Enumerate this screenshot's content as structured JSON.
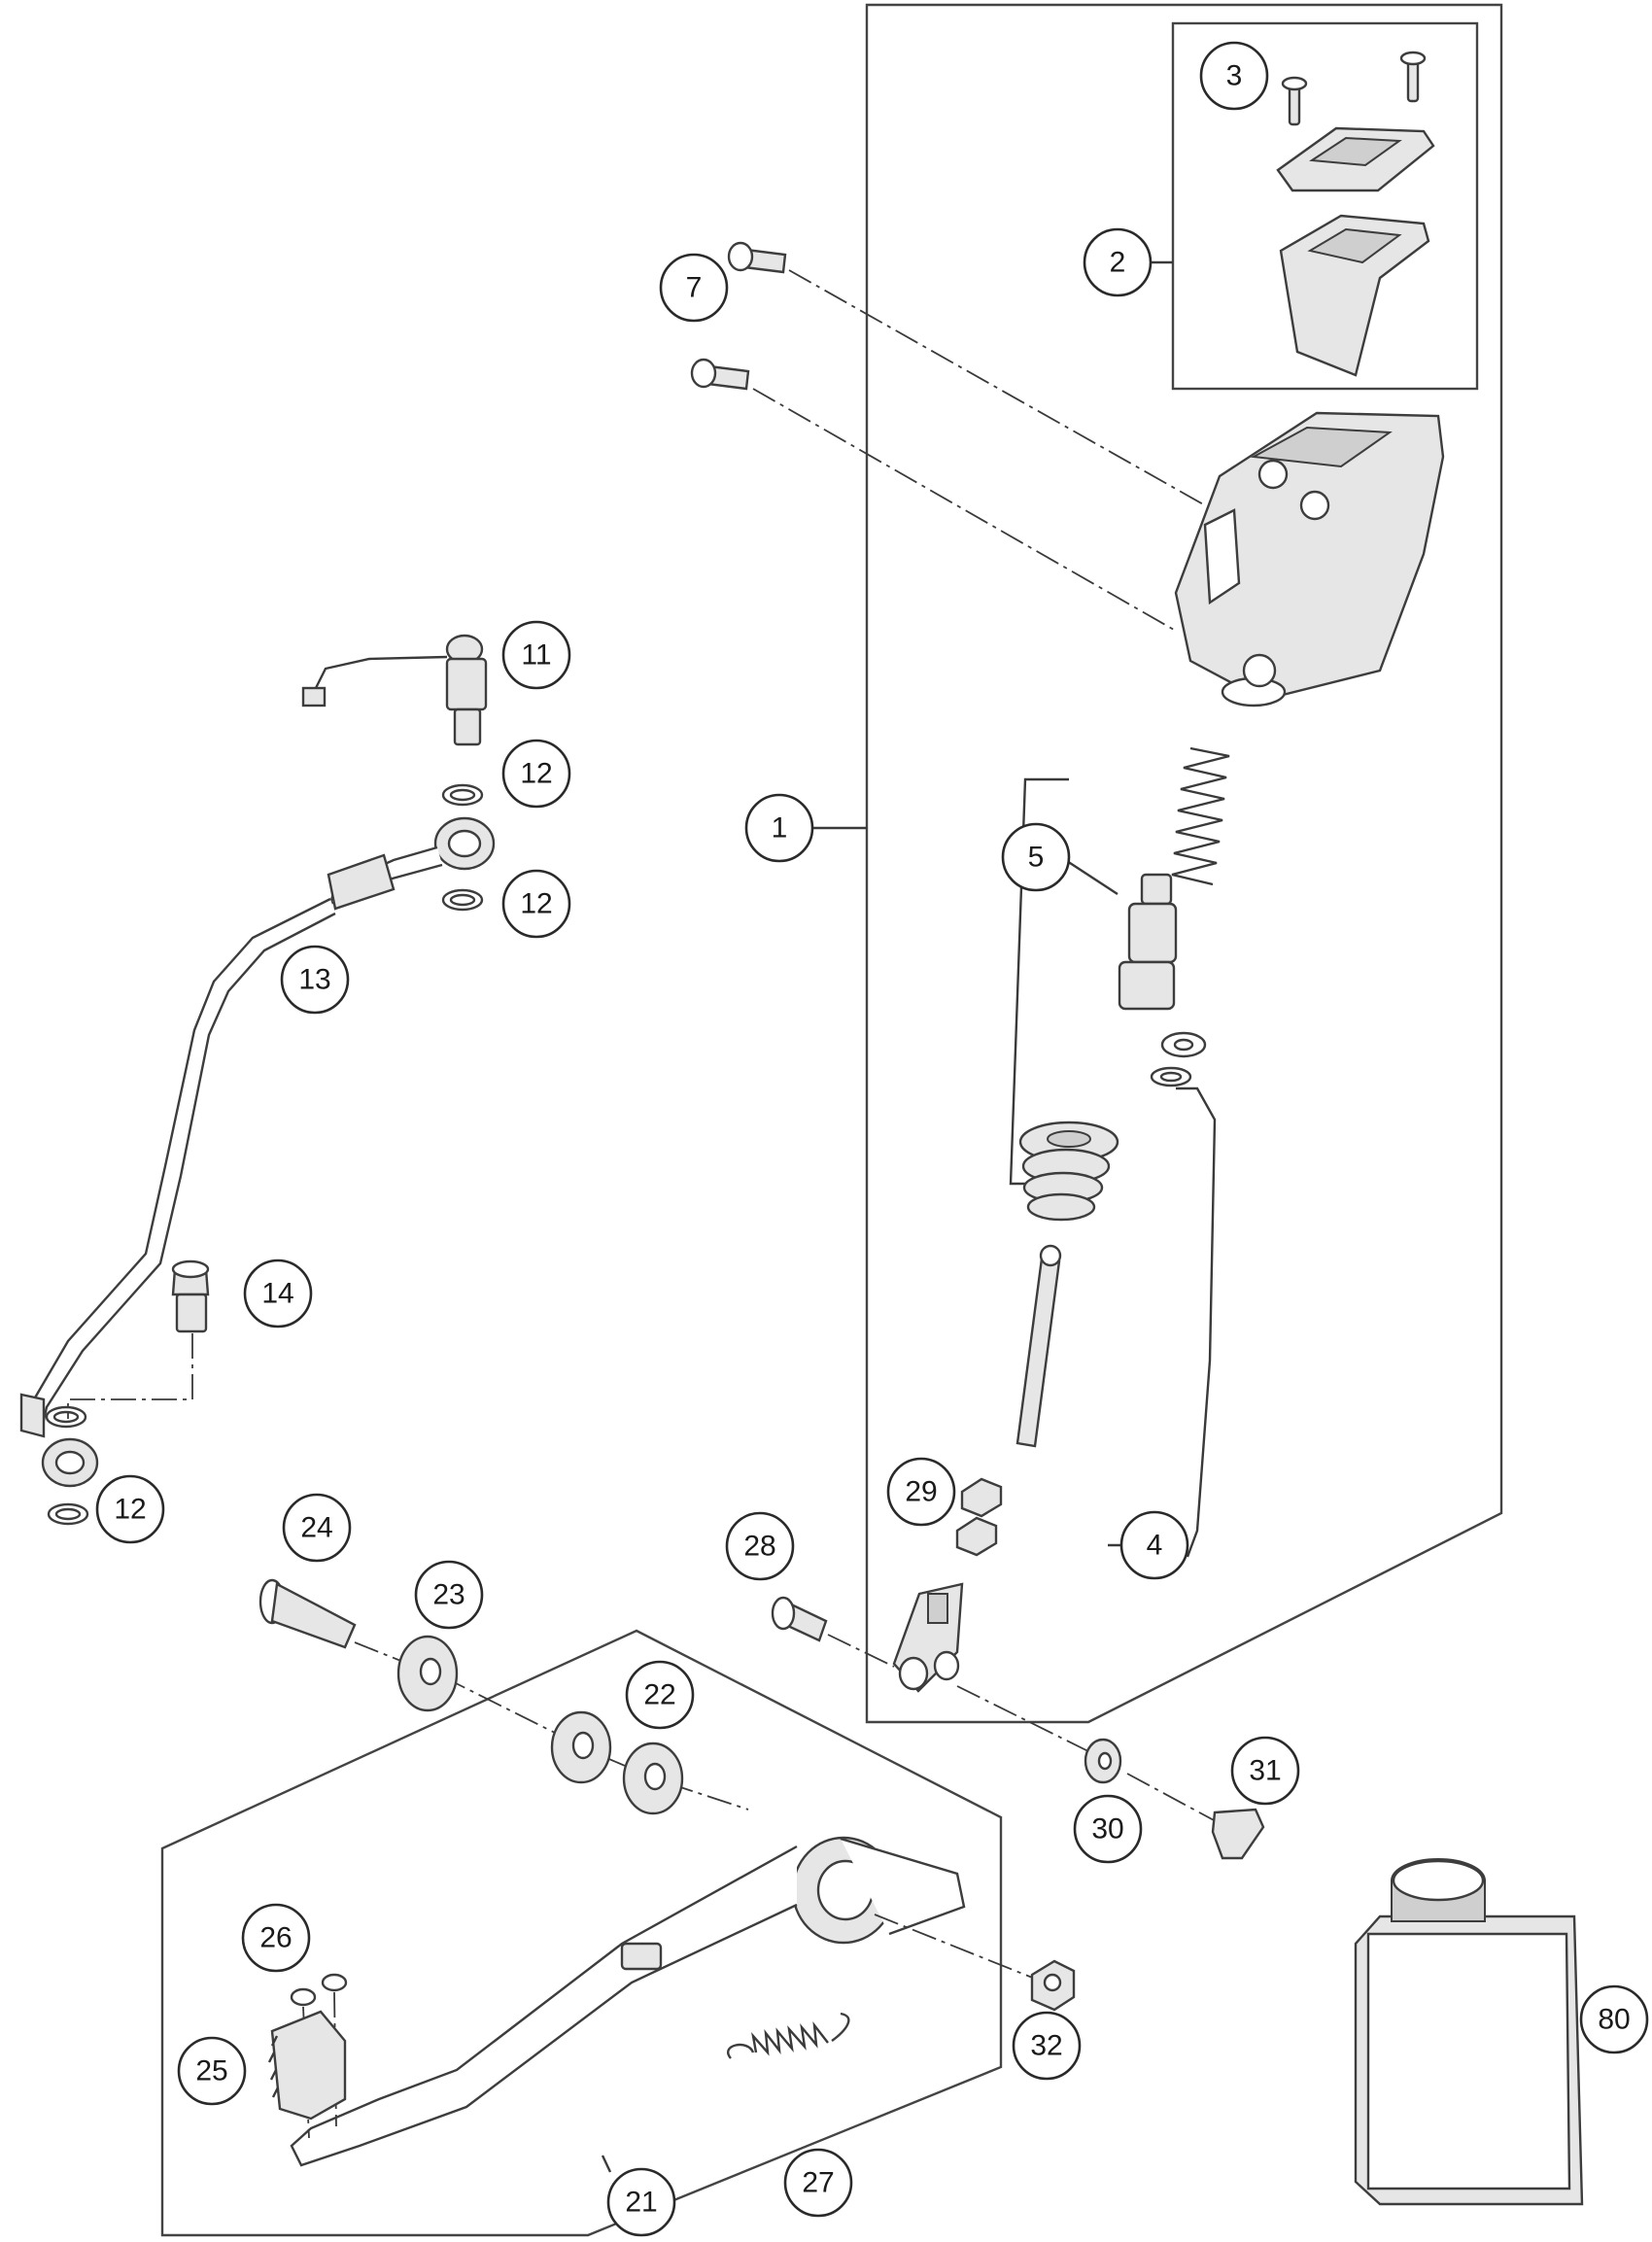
{
  "callouts": {
    "c1": "1",
    "c2": "2",
    "c3": "3",
    "c4": "4",
    "c5": "5",
    "c7": "7",
    "c11": "11",
    "c12a": "12",
    "c12b": "12",
    "c12c": "12",
    "c13": "13",
    "c14": "14",
    "c21": "21",
    "c22": "22",
    "c23": "23",
    "c24": "24",
    "c25": "25",
    "c26": "26",
    "c27": "27",
    "c28": "28",
    "c29": "29",
    "c30": "30",
    "c31": "31",
    "c32": "32",
    "c80": "80"
  },
  "colors": {
    "line": "#3a3a3a",
    "part_fill": "#e6e6e6",
    "background": "#ffffff"
  }
}
